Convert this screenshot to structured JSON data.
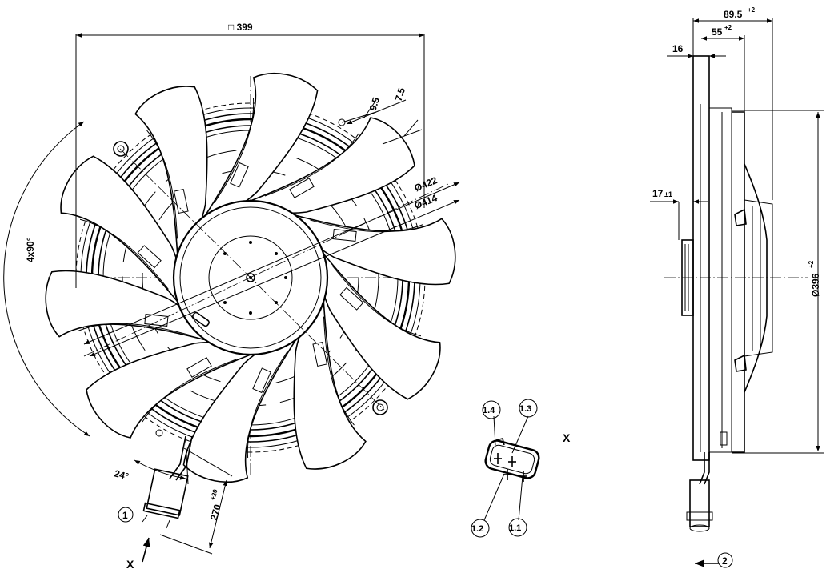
{
  "front_view": {
    "dim_square": "□ 399",
    "dim_9_5": "9.5",
    "dim_7_5": "7.5",
    "dim_d422": "Ø422",
    "dim_d414": "Ø414",
    "dim_angle_4x90": "4x90°",
    "dim_angle_24": "24°",
    "dim_cable_value": "270",
    "dim_cable_tol": "+20",
    "callout_1": "1",
    "view_letter": "X"
  },
  "connector_view": {
    "view_letter": "X",
    "pins": [
      "1.4",
      "1.3",
      "1.2",
      "1.1"
    ]
  },
  "side_view": {
    "dim_89_5_value": "89.5",
    "dim_89_5_tol": "+2",
    "dim_55_value": "55",
    "dim_55_tol": "+2",
    "dim_16": "16",
    "dim_17_value": "17",
    "dim_17_tol": "±1",
    "dim_d396_value": "Ø396",
    "dim_d396_tol": "+2",
    "callout_2": "2"
  }
}
